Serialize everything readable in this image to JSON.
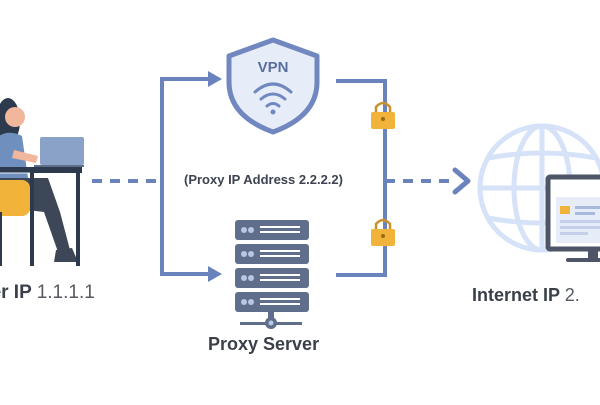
{
  "user": {
    "label": "ser IP",
    "ip": "1.1.1.1"
  },
  "vpn": {
    "label": "VPN"
  },
  "proxy": {
    "address": "(Proxy IP Address 2.2.2.2)",
    "server_label": "Proxy Server"
  },
  "internet": {
    "label": "Internet IP",
    "ip": "2."
  },
  "icons": [
    "person-laptop-icon",
    "vpn-shield-icon",
    "wifi-icon",
    "lock-icon",
    "server-rack-icon",
    "globe-icon",
    "monitor-icon"
  ],
  "colors": {
    "line": "#6b83bd",
    "shield": "#7187bf",
    "shield_fill": "#e7edf8",
    "lock": "#f2b33a",
    "server": "#5f6e8a",
    "globe": "#d5e2f7"
  }
}
